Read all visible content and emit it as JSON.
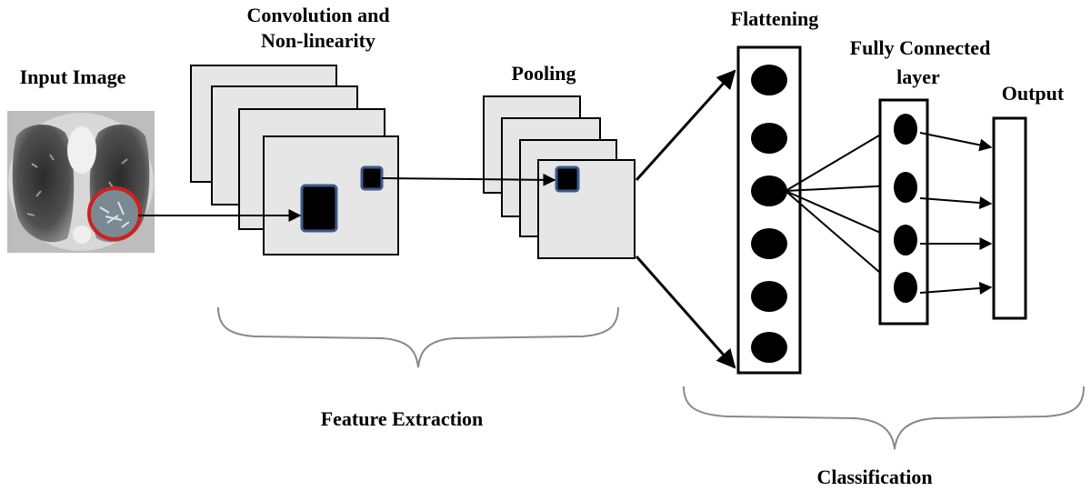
{
  "labels": {
    "input_image": "Input Image",
    "convolution_line1": "Convolution and",
    "convolution_line2": "Non-linearity",
    "pooling": "Pooling",
    "flattening": "Flattening",
    "fully_connected_line1": "Fully Connected",
    "fully_connected_line2": "layer",
    "output": "Output",
    "feature_extraction": "Feature Extraction",
    "classification": "Classification"
  },
  "colors": {
    "map_fill": "#e6e6e6",
    "kernel_fill": "#000000",
    "kernel_border": "#3c5a8c",
    "lesion_circle": "#d02020",
    "node_fill": "#000000",
    "brace_stroke": "#888888"
  },
  "flatten_nodes": 6,
  "fc_nodes": 4
}
